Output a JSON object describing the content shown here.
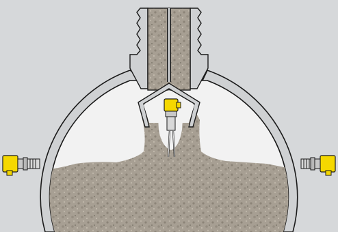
{
  "diagram": {
    "components": [
      {
        "id": "silo-vessel",
        "kind": "round vessel with conical outlet"
      },
      {
        "id": "inlet-pipe",
        "kind": "feed pipe with threaded flange"
      },
      {
        "id": "deflector-hood",
        "kind": "protective hood at inlet"
      },
      {
        "id": "sensor-top",
        "kind": "vibrating level switch, mounted under hood"
      },
      {
        "id": "sensor-left",
        "kind": "vibrating level switch, horizontal"
      },
      {
        "id": "sensor-right",
        "kind": "vibrating level switch, horizontal"
      },
      {
        "id": "bulk-material",
        "kind": "granular fill"
      }
    ],
    "colors": {
      "background": "#d6d8da",
      "vessel_interior": "#f2f2f2",
      "vessel_wall": "#cfd1d3",
      "outline": "#1a1a1a",
      "material": "#a79f93",
      "material_dark": "#8c8478",
      "sensor_yellow": "#f5d800",
      "sensor_grey": "#c8c8c8"
    }
  }
}
